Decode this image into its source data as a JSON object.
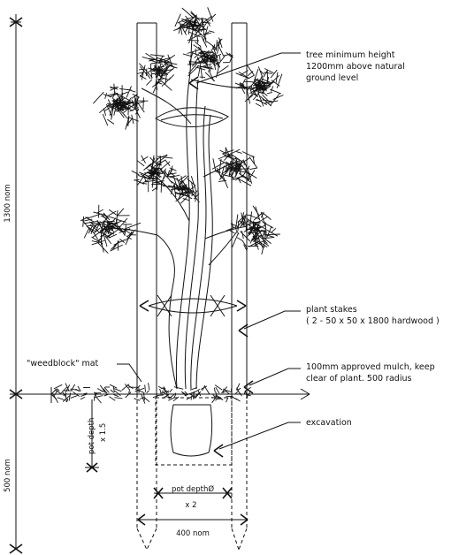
{
  "labels": {
    "tree_height": [
      "tree minimum height",
      "1200mm above natural",
      "ground level"
    ],
    "plant_stakes": [
      "plant stakes",
      "( 2 - 50 x 50 x 1800 hardwood )"
    ],
    "mulch": [
      "100mm approved mulch, keep",
      "clear of plant. 500 radius"
    ],
    "weedblock": "\"weedblock\" mat",
    "excavation": "excavation",
    "pot_depth_left": [
      "pot depth",
      "x 1.5"
    ],
    "pot_diameter": [
      "pot depthØ",
      "x 2"
    ],
    "width_dim": "400 nom",
    "height_upper_dim": "1300 nom",
    "height_lower_dim": "500 nom"
  }
}
